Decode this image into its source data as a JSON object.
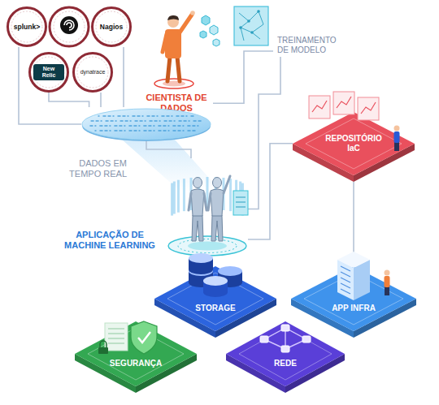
{
  "diagram": {
    "nodes": [
      {
        "text": [
          "splunk>"
        ]
      },
      {
        "text": [
          "Nagios"
        ]
      },
      {
        "text": [
          "New Relic"
        ]
      },
      {
        "text": [
          "dynatrace"
        ]
      },
      {
        "text": [
          "CIENTISTA DE DADOS"
        ]
      },
      {
        "text": [
          "TREINAMENTO DE MODELO"
        ]
      },
      {
        "text": [
          "DADOS EM TEMPO REAL"
        ]
      },
      {
        "text": [
          "REPOSITÓRIO IaC"
        ]
      },
      {
        "text": [
          "APLICAÇÃO DE MACHINE LEARNING"
        ]
      },
      {
        "text": [
          "STORAGE"
        ]
      },
      {
        "text": [
          "APP INFRA"
        ]
      },
      {
        "text": [
          "SEGURANÇA"
        ]
      },
      {
        "text": [
          "REDE"
        ]
      }
    ],
    "edges": [
      {
        "from": 0,
        "to": 6,
        "arrow": "none"
      },
      {
        "from": 1,
        "to": 6,
        "arrow": "none"
      },
      {
        "from": 2,
        "to": 6,
        "arrow": "none"
      },
      {
        "from": 3,
        "to": 6,
        "arrow": "none"
      },
      {
        "from": 4,
        "to": 5,
        "arrow": "none"
      },
      {
        "from": 6,
        "to": 8,
        "arrow": "none"
      },
      {
        "from": 5,
        "to": 8,
        "arrow": "none"
      },
      {
        "from": 7,
        "to": 8,
        "arrow": "none"
      },
      {
        "from": 7,
        "to": 10,
        "arrow": "none"
      }
    ]
  }
}
